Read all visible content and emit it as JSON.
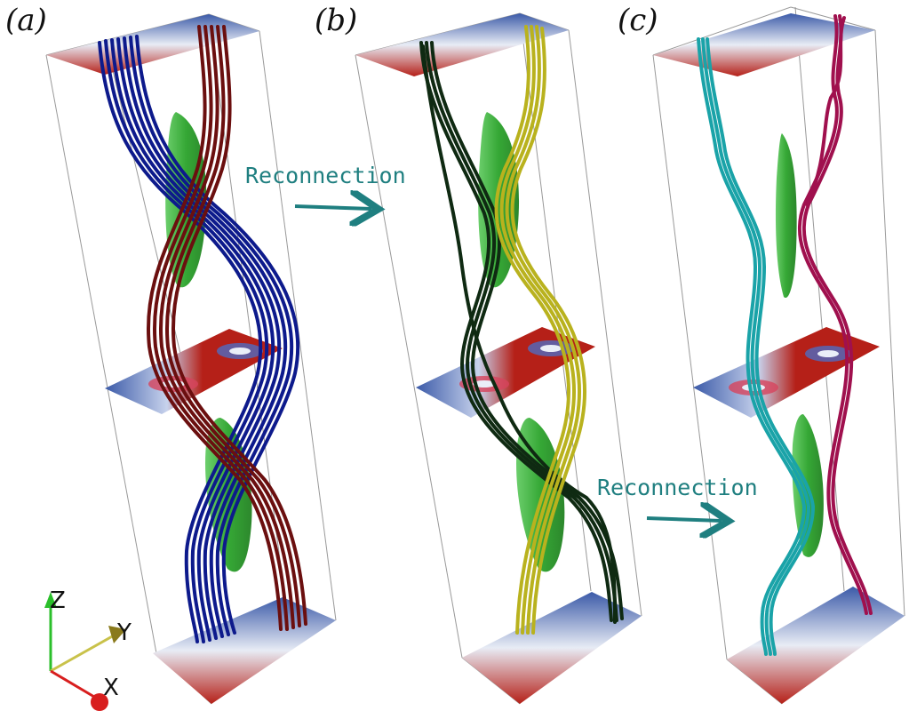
{
  "panels": [
    {
      "label": "(a)",
      "colors": {
        "left": "#0d1a8c",
        "right": "#6b0f0f"
      }
    },
    {
      "label": "(b)",
      "colors": {
        "left": "#0f2a12",
        "right": "#b9b21e"
      }
    },
    {
      "label": "(c)",
      "colors": {
        "left": "#1aa3a8",
        "right": "#a0104e"
      }
    }
  ],
  "annotations": {
    "reconnection_top": "Reconnection",
    "reconnection_bottom": "Reconnection"
  },
  "axes": {
    "z": "Z",
    "y": "Y",
    "x": "X"
  },
  "colors": {
    "plane_blue": "#3b5aa8",
    "plane_red": "#b52018",
    "plane_white": "#e8ecf5",
    "isosurface_green": "#1f9e1f",
    "arrow": "#1f7f80",
    "box_line": "#888888",
    "axis_z": "#2bbf2b",
    "axis_y": "#c9c24a",
    "axis_x": "#d81e1e"
  }
}
